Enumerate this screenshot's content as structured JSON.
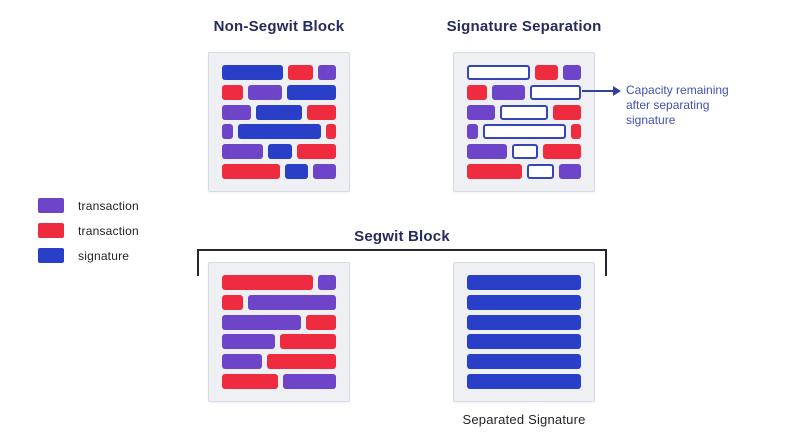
{
  "colors": {
    "purple": "#6e44c8",
    "red": "#ee2b3f",
    "blue": "#2a3fc8",
    "outline_border": "#3546b4",
    "title": "#252b5e",
    "annotation": "#4150b4",
    "legend_text": "#232429",
    "box_bg": "#eef0f4",
    "box_border": "#d9dbe2",
    "bracket": "#26262f",
    "arrow": "#33409f"
  },
  "titles": {
    "non_segwit": "Non-Segwit Block",
    "signature_separation": "Signature Separation",
    "segwit": "Segwit Block",
    "separated_signature": "Separated Signature"
  },
  "annotation": {
    "text": "Capacity remaining after separating signature"
  },
  "legend": {
    "items": [
      {
        "label": "transaction",
        "color": "purple"
      },
      {
        "label": "transaction",
        "color": "red"
      },
      {
        "label": "signature",
        "color": "blue"
      }
    ]
  },
  "blocks": {
    "non_segwit": [
      [
        {
          "c": "blue",
          "f": 53
        },
        {
          "c": "red",
          "f": 21
        },
        {
          "c": "purple",
          "f": 16
        }
      ],
      [
        {
          "c": "red",
          "f": 19
        },
        {
          "c": "purple",
          "f": 31
        },
        {
          "c": "blue",
          "f": 44
        }
      ],
      [
        {
          "c": "purple",
          "f": 26
        },
        {
          "c": "blue",
          "f": 42
        },
        {
          "c": "red",
          "f": 26
        }
      ],
      [
        {
          "c": "purple",
          "f": 10
        },
        {
          "c": "blue",
          "f": 74
        },
        {
          "c": "red",
          "f": 9
        }
      ],
      [
        {
          "c": "purple",
          "f": 37
        },
        {
          "c": "blue",
          "f": 21
        },
        {
          "c": "red",
          "f": 35
        }
      ],
      [
        {
          "c": "red",
          "f": 51
        },
        {
          "c": "blue",
          "f": 21
        },
        {
          "c": "purple",
          "f": 20
        }
      ]
    ],
    "signature_separation": [
      [
        {
          "c": "outline",
          "f": 53
        },
        {
          "c": "red",
          "f": 21
        },
        {
          "c": "purple",
          "f": 16
        }
      ],
      [
        {
          "c": "red",
          "f": 19
        },
        {
          "c": "purple",
          "f": 31
        },
        {
          "c": "outline",
          "f": 44
        }
      ],
      [
        {
          "c": "purple",
          "f": 26
        },
        {
          "c": "outline",
          "f": 42
        },
        {
          "c": "red",
          "f": 26
        }
      ],
      [
        {
          "c": "purple",
          "f": 10
        },
        {
          "c": "outline",
          "f": 74
        },
        {
          "c": "red",
          "f": 9
        }
      ],
      [
        {
          "c": "purple",
          "f": 37
        },
        {
          "c": "outline",
          "f": 21
        },
        {
          "c": "red",
          "f": 35
        }
      ],
      [
        {
          "c": "red",
          "f": 51
        },
        {
          "c": "outline",
          "f": 21
        },
        {
          "c": "purple",
          "f": 20
        }
      ]
    ],
    "segwit_transactions": [
      [
        {
          "c": "red",
          "f": 82
        },
        {
          "c": "purple",
          "f": 16
        }
      ],
      [
        {
          "c": "red",
          "f": 19
        },
        {
          "c": "purple",
          "f": 78
        }
      ],
      [
        {
          "c": "purple",
          "f": 70
        },
        {
          "c": "red",
          "f": 26
        }
      ],
      [
        {
          "c": "purple",
          "f": 48
        },
        {
          "c": "red",
          "f": 51
        }
      ],
      [
        {
          "c": "purple",
          "f": 36
        },
        {
          "c": "red",
          "f": 61
        }
      ],
      [
        {
          "c": "red",
          "f": 51
        },
        {
          "c": "purple",
          "f": 48
        }
      ]
    ],
    "segwit_signatures": [
      [
        {
          "c": "blue",
          "f": 100
        }
      ],
      [
        {
          "c": "blue",
          "f": 100
        }
      ],
      [
        {
          "c": "blue",
          "f": 100
        }
      ],
      [
        {
          "c": "blue",
          "f": 100
        }
      ],
      [
        {
          "c": "blue",
          "f": 100
        }
      ],
      [
        {
          "c": "blue",
          "f": 100
        }
      ]
    ]
  }
}
